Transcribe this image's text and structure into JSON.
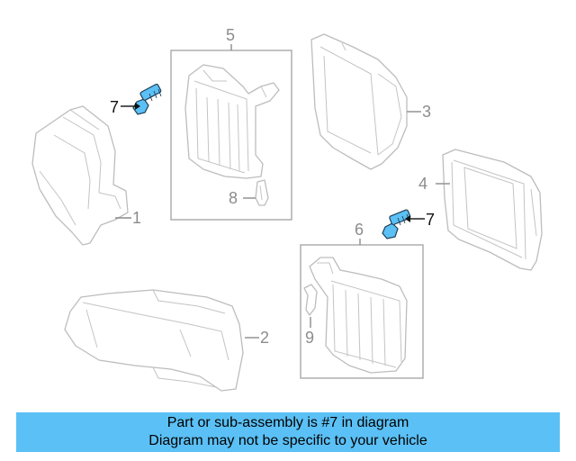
{
  "callouts": {
    "c1": "1",
    "c2": "2",
    "c3": "3",
    "c4": "4",
    "c5": "5",
    "c6": "6",
    "c7a": "7",
    "c7b": "7",
    "c8": "8",
    "c9": "9"
  },
  "highlight_part": "7",
  "colors": {
    "banner": "#5bc0f5",
    "highlight": "#5bc0f5",
    "line_art": "#bdbdbd"
  },
  "banner": {
    "line1": "Part or sub-assembly is #7 in diagram",
    "line2": "Diagram may not be specific to your vehicle"
  }
}
